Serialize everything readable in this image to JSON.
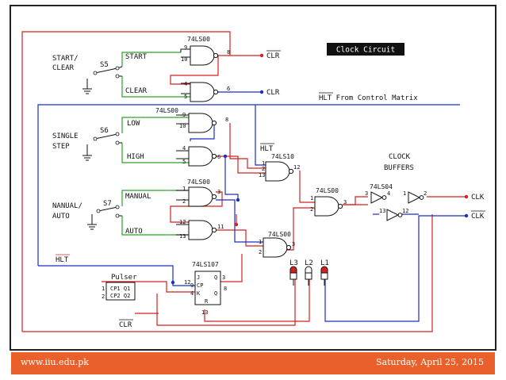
{
  "title_box": "Clock Circuit",
  "labels": {
    "start_clear": [
      "START/",
      "CLEAR"
    ],
    "single_step": [
      "SINGLE",
      "STEP"
    ],
    "manual_auto": [
      "NANUAL/",
      "AUTO"
    ],
    "s5": "S5",
    "s6": "S6",
    "s7": "S7",
    "start": "START",
    "clear": "CLEAR",
    "low": "LOW",
    "high": "HIGH",
    "manual": "MANUAL",
    "auto": "AUTO",
    "clr_out1": "CLR",
    "clr_out2": "CLR",
    "clr_bottom": "CLR",
    "hlt_from": "HLT From Control Matrix",
    "hlt_mid": "HLT",
    "hlt_left": "HLT",
    "clock_buffers": [
      "CLOCK",
      "BUFFERS"
    ],
    "clk": "CLK",
    "clk_bar": "CLK",
    "pulser": "Pulser",
    "pulser_pins": [
      "CP1 Q1",
      "CP2 Q2"
    ],
    "l1": "L1",
    "l2": "L2",
    "l3": "L3"
  },
  "chips": {
    "u1": "74LS00",
    "u2": "74LS00",
    "u3": "74LS00",
    "u4": "74LS10",
    "u5": "74LS00",
    "u6": "74LS00",
    "u7": "74LS04",
    "u8": "74LS107"
  },
  "pins": {
    "g1": [
      "9",
      "10",
      "8"
    ],
    "g2": [
      "4",
      "5",
      "6"
    ],
    "g3": [
      "9",
      "10",
      "8"
    ],
    "g4": [
      "4",
      "5",
      "6"
    ],
    "g5": [
      "1",
      "2",
      "3"
    ],
    "g6": [
      "12",
      "13",
      "11"
    ],
    "g7": [
      "1",
      "2",
      "13",
      "12"
    ],
    "g8": [
      "1",
      "2",
      "3"
    ],
    "g9": [
      "1",
      "2",
      "3"
    ],
    "inv1": [
      "3",
      "4"
    ],
    "inv2": [
      "1",
      "2"
    ],
    "inv3": [
      "13",
      "12"
    ],
    "jk": [
      "12",
      "J",
      "CP",
      "K",
      "Q",
      "Q",
      "R",
      "9",
      "8",
      "4",
      "13",
      "3",
      "1",
      "2"
    ]
  },
  "colors": {
    "red": "#d42020",
    "blue": "#1a2fc0",
    "green": "#2aa52a",
    "frame": "#222222",
    "footer": "#e9602b"
  },
  "footer": {
    "left": "www.iiu.edu.pk",
    "right": "Saturday, April 25, 2015"
  }
}
